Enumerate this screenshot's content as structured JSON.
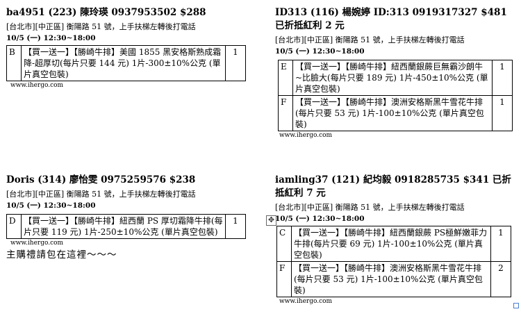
{
  "orders": [
    {
      "title": "ba4951 (223)  陳玲瑛  0937953502 $288",
      "address": "[台北市][中正區]  衡陽路  51  號，上手扶梯左轉後打電話",
      "time": "10/5 (一) 12:30~18:00",
      "items": [
        {
          "code": "B",
          "desc": "【買一送一】【勝崎牛排】美國 1855 黑安格斯熟成霜降-超厚切(每片只要 144 元) 1片-300±10%公克 (單片真空包裝)",
          "qty": "1"
        }
      ],
      "url": "www.ihergo.com"
    },
    {
      "title": "ID313 (116)  楊婉婷  ID:313  0919317327  $481  已折抵紅利 2 元",
      "address": "[台北市][中正區]  衡陽路  51  號，上手扶梯左轉後打電話",
      "time": "10/5 (一) 12:30~18:00",
      "items": [
        {
          "code": "E",
          "desc": "【買一送一】【勝崎牛排】紐西蘭銀蕨巨無霸沙朗牛~比臉大(每片只要 189 元) 1片-450±10%公克 (單片真空包裝)",
          "qty": "1"
        },
        {
          "code": "F",
          "desc": "【買一送一】【勝崎牛排】澳洲安格斯黑牛雪花牛排(每片只要 53 元) 1片-100±10%公克 (單片真空包裝)",
          "qty": "1"
        }
      ],
      "url": "www.ihergo.com"
    },
    {
      "title": "Doris (314)  廖怡雯  0975259576 $238",
      "address": "[台北市][中正區]  衡陽路  51  號，上手扶梯左轉後打電話",
      "time": "10/5 (一) 12:30~18:00",
      "items": [
        {
          "code": "D",
          "desc": "【買一送一】【勝崎牛排】紐西蘭 PS 厚切霜降牛排(每片只要 119 元) 1片-250±10%公克 (單片真空包裝)",
          "qty": "1"
        }
      ],
      "url": "www.ihergo.com",
      "note": "主購禮請包在這裡～～～"
    },
    {
      "title": "iamling37 (121)  紀均毅  0918285735 $341  已折抵紅利 7 元",
      "address": "[台北市][中正區]  衡陽路  51  號，上手扶梯左轉後打電話",
      "time": "10/5 (一) 12:30~18:00",
      "items": [
        {
          "code": "C",
          "desc": "【買一送一】【勝崎牛排】紐西蘭銀蕨 PS極鮮嫩菲力牛排(每片只要 69 元) 1片-100±10%公克 (單片真空包裝)",
          "qty": "1"
        },
        {
          "code": "F",
          "desc": "【買一送一】【勝崎牛排】澳洲安格斯黑牛雪花牛排(每片只要 53 元) 1片-100±10%公克 (單片真空包裝)",
          "qty": "2"
        }
      ],
      "url": "www.ihergo.com"
    }
  ]
}
